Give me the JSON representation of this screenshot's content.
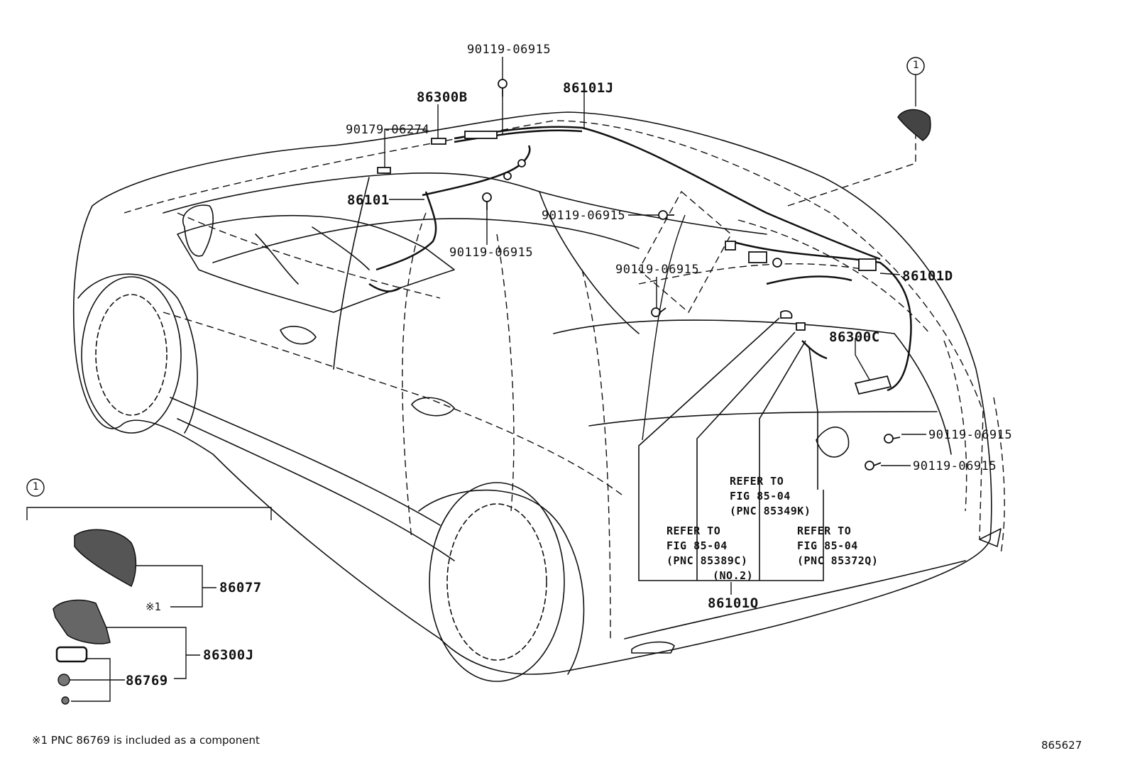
{
  "labels": {
    "bolt_top": "90119-06915",
    "harness_j": "86101J",
    "bracket_b": "86300B",
    "clip": "90179-06274",
    "harness_main": "86101",
    "bolt_mid_right": "90119-06915",
    "bolt_mid_center": "90119-06915",
    "bolt_lower_center": "90119-06915",
    "harness_d": "86101D",
    "bracket_c": "86300C",
    "bolt_rear_1": "90119-06915",
    "bolt_rear_2": "90119-06915",
    "harness_q": "86101Q",
    "cover": "86077",
    "antenna_assy": "86300J",
    "gasket": "86769",
    "note_marker": "※1",
    "callout_top": "1",
    "callout_inset": "1"
  },
  "refer_blocks": {
    "k": {
      "line1": "REFER TO",
      "line2": "FIG 85-04",
      "line3": "(PNC 85349K)"
    },
    "c": {
      "line1": "REFER TO",
      "line2": "FIG 85-04",
      "line3": "(PNC 85389C)",
      "line4": "(NO.2)"
    },
    "q": {
      "line1": "REFER TO",
      "line2": "FIG 85-04",
      "line3": "(PNC 85372Q)"
    }
  },
  "footnote": "※1 PNC 86769 is included as a component",
  "figure_id": "865627"
}
